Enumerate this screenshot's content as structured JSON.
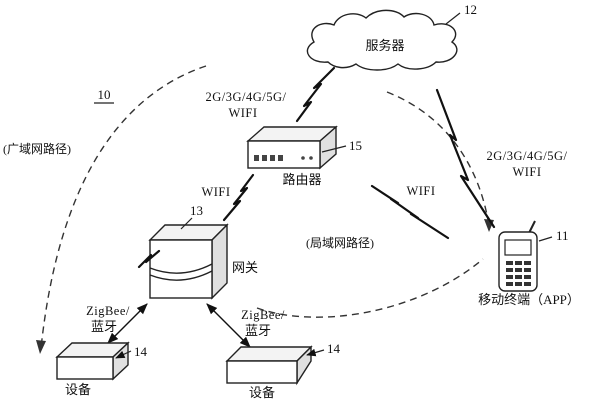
{
  "figure": {
    "system_ref": "10",
    "wan_path_label": "(广域网路径)",
    "lan_path_label": "(局域网路径)",
    "server": {
      "label": "服务器",
      "ref": "12"
    },
    "router": {
      "label": "路由器",
      "ref": "15"
    },
    "gateway": {
      "label": "网关",
      "ref": "13"
    },
    "mobile": {
      "label": "移动终端（APP）",
      "ref": "11"
    },
    "device_left": {
      "label": "设备",
      "ref": "14"
    },
    "device_bottom": {
      "label": "设备",
      "ref": "14"
    },
    "link_cloud_router": {
      "line1": "2G/3G/4G/5G/",
      "line2": "WIFI"
    },
    "link_cloud_mobile": {
      "line1": "2G/3G/4G/5G/",
      "line2": "WIFI"
    },
    "link_router_gateway": "WIFI",
    "link_gateway_mobile": "WIFI",
    "link_gateway_device_left": {
      "line1": "ZigBee/",
      "line2": "蓝牙"
    },
    "link_gateway_device_bottom": {
      "line1": "ZigBee/",
      "line2": "蓝牙"
    }
  }
}
